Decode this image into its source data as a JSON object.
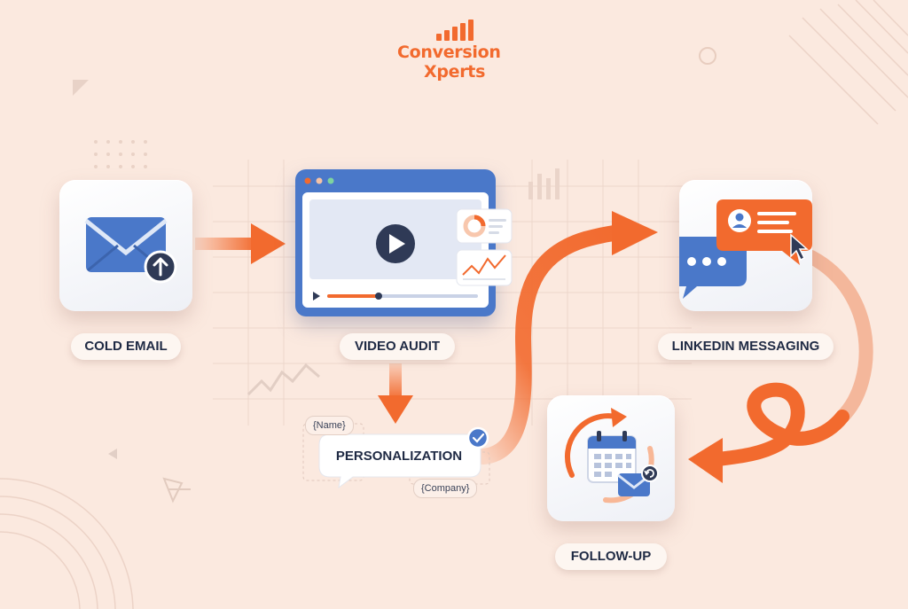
{
  "brand": {
    "line1": "Conversion",
    "line2": "Xperts",
    "color": "#f26a2e"
  },
  "steps": {
    "cold_email": {
      "label": "COLD EMAIL"
    },
    "video_audit": {
      "label": "VIDEO AUDIT"
    },
    "personalization": {
      "label": "PERSONALIZATION",
      "tag_name": "{Name}",
      "tag_company": "{Company}"
    },
    "linkedin": {
      "label": "LINKEDIN MESSAGING"
    },
    "follow_up": {
      "label": "FOLLOW-UP"
    }
  },
  "colors": {
    "background": "#fbe9df",
    "accent": "#f26a2e",
    "blue": "#4a78c9",
    "navy": "#2f3a56",
    "label_text": "#1f2a44"
  },
  "icons": {
    "cold_email": "envelope-upload-icon",
    "video_audit": "video-player-icon",
    "linkedin": "chat-bubbles-icon",
    "follow_up": "calendar-cycle-icon",
    "personalization": "check-badge-icon"
  }
}
